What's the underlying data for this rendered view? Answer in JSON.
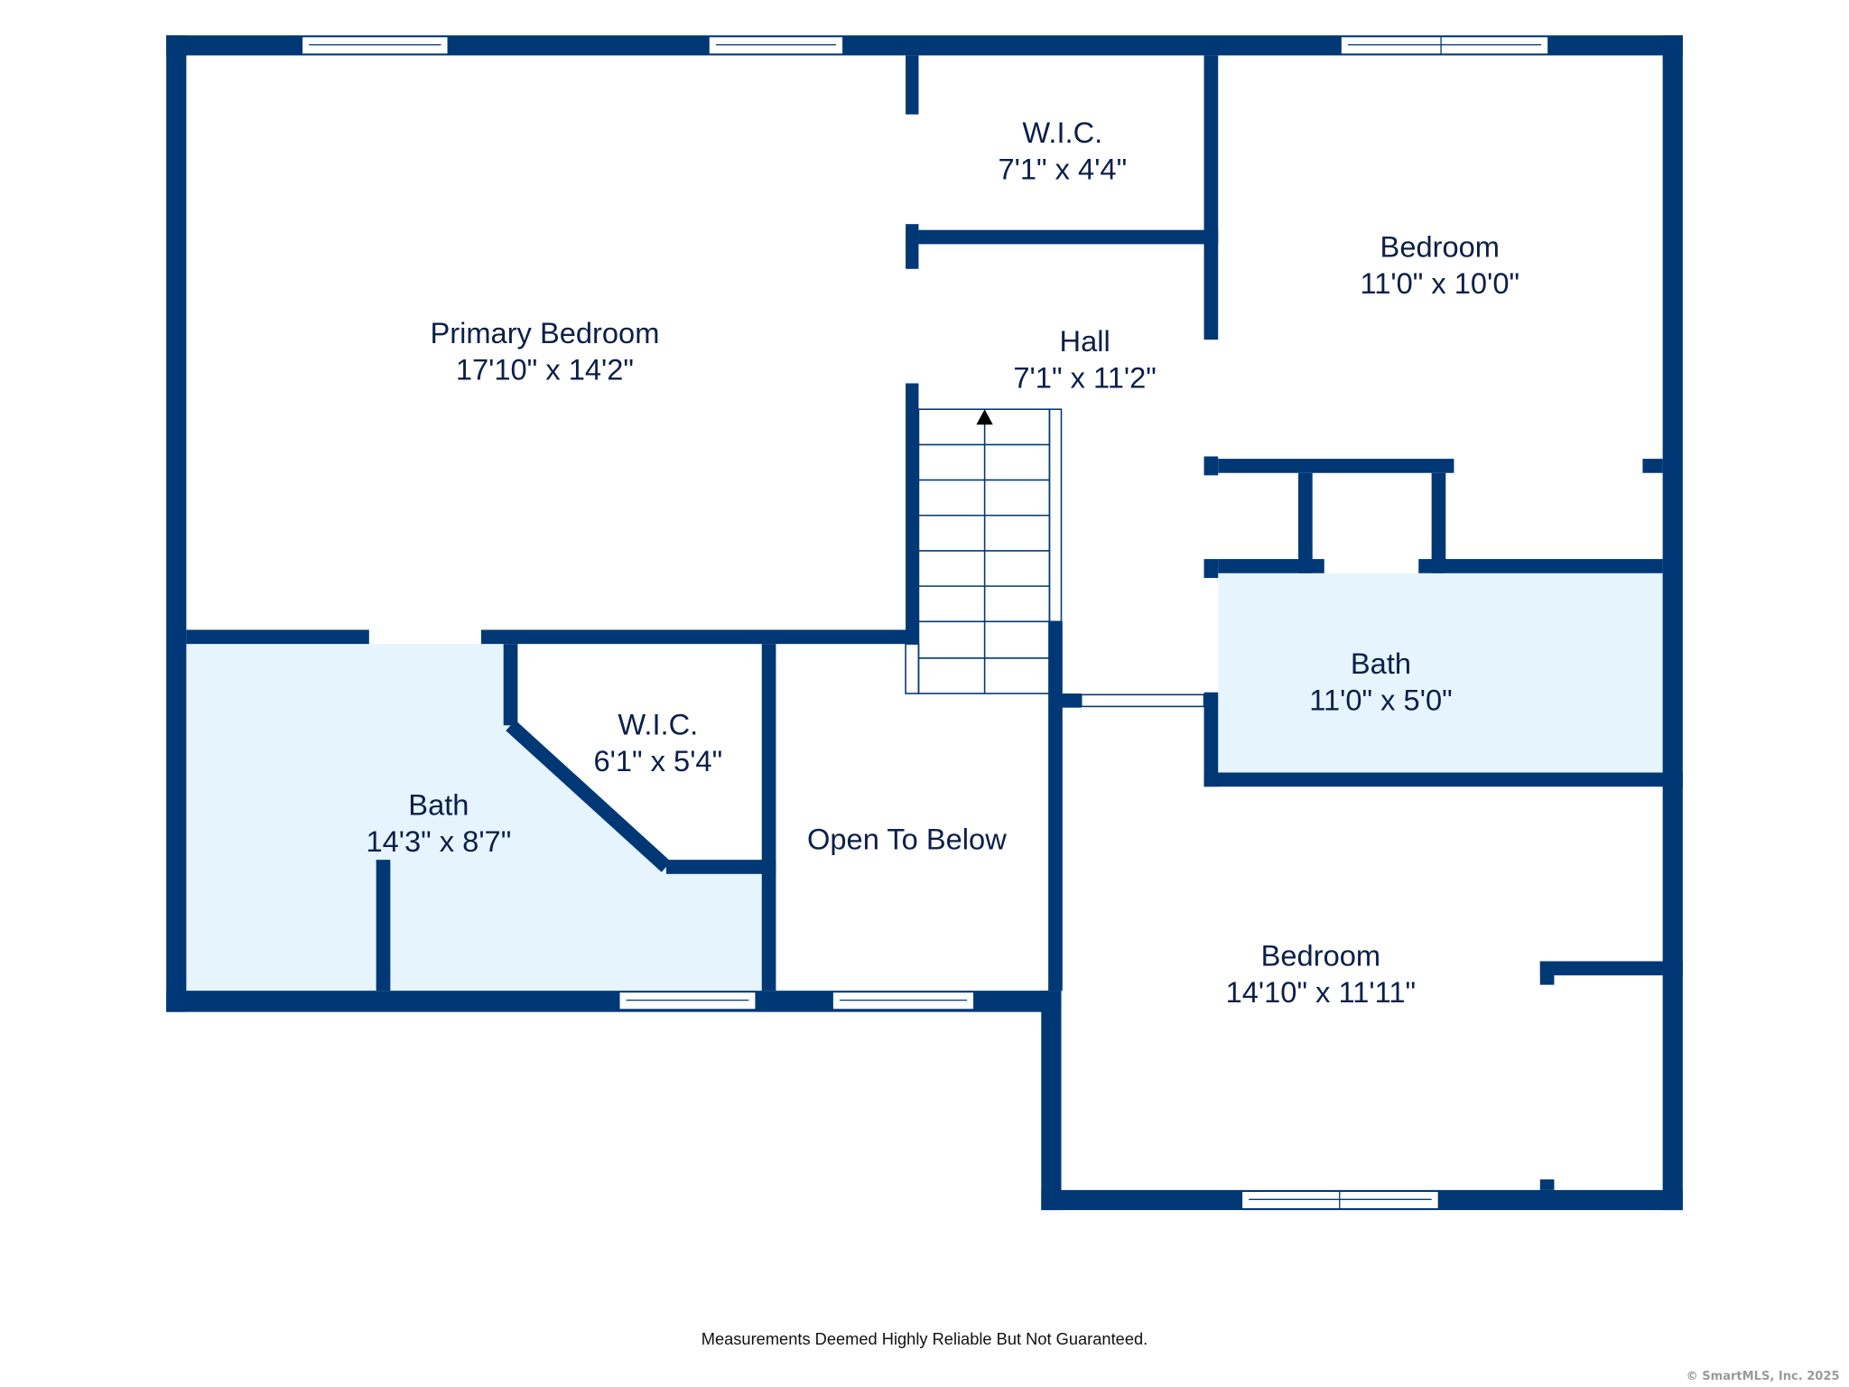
{
  "rooms": [
    {
      "name": "Primary Bedroom",
      "size": "17'10\" x 14'2\""
    },
    {
      "name": "W.I.C.",
      "size": "7'1\" x 4'4\""
    },
    {
      "name": "Bedroom",
      "size": "11'0\" x 10'0\""
    },
    {
      "name": "Hall",
      "size": "7'1\" x 11'2\""
    },
    {
      "name": "Bath",
      "size": "11'0\" x 5'0\""
    },
    {
      "name": "W.I.C.",
      "size": "6'1\" x 5'4\""
    },
    {
      "name": "Bath",
      "size": "14'3\" x 8'7\""
    },
    {
      "name": "Open To Below",
      "size": ""
    },
    {
      "name": "Bedroom",
      "size": "14'10\" x 11'11\""
    }
  ],
  "disclaimer": "Measurements Deemed Highly Reliable But Not Guaranteed.",
  "copyright": "© SmartMLS, Inc.  2025",
  "colors": {
    "wall": "#003876",
    "bath_fill": "#e6f4fd"
  }
}
